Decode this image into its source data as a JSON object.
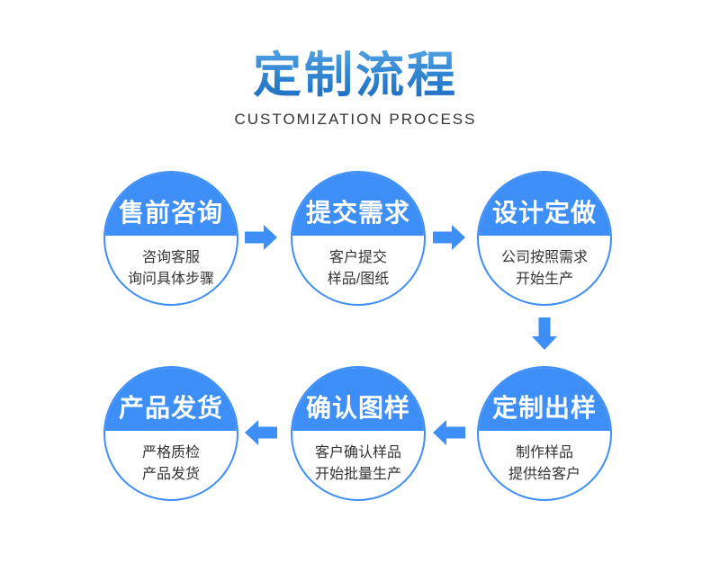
{
  "header": {
    "title": "定制流程",
    "subtitle": "CUSTOMIZATION PROCESS"
  },
  "colors": {
    "primary_blue": "#3E8EF7",
    "title_gradient_top": "#55A3E2",
    "title_gradient_bottom": "#1A69BE",
    "text_dark": "#333333",
    "step_title_text": "#ffffff",
    "background": "#ffffff"
  },
  "steps": [
    {
      "order": 1,
      "title": "售前咨询",
      "desc_line1": "咨询客服",
      "desc_line2": "询问具体步骤"
    },
    {
      "order": 2,
      "title": "提交需求",
      "desc_line1": "客户提交",
      "desc_line2": "样品/图纸"
    },
    {
      "order": 3,
      "title": "设计定做",
      "desc_line1": "公司按照需求",
      "desc_line2": "开始生产"
    },
    {
      "order": 4,
      "title": "定制出样",
      "desc_line1": "制作样品",
      "desc_line2": "提供给客户"
    },
    {
      "order": 5,
      "title": "确认图样",
      "desc_line1": "客户确认样品",
      "desc_line2": "开始批量生产"
    },
    {
      "order": 6,
      "title": "产品发货",
      "desc_line1": "严格质检",
      "desc_line2": "产品发货"
    }
  ],
  "flow": {
    "arrows": [
      {
        "from": 1,
        "to": 2,
        "direction": "right"
      },
      {
        "from": 2,
        "to": 3,
        "direction": "right"
      },
      {
        "from": 3,
        "to": 4,
        "direction": "down"
      },
      {
        "from": 4,
        "to": 5,
        "direction": "left"
      },
      {
        "from": 5,
        "to": 6,
        "direction": "left"
      }
    ]
  }
}
